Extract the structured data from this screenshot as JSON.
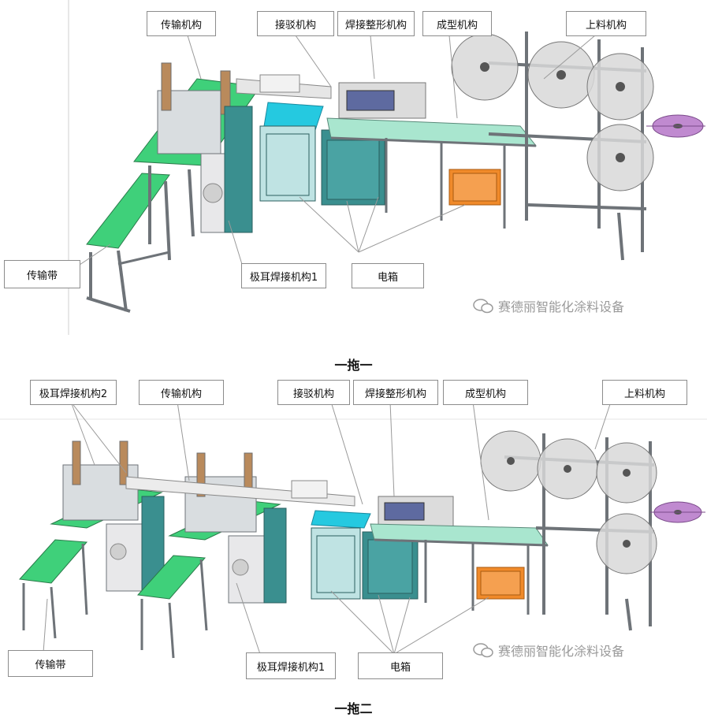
{
  "diagrams": [
    {
      "caption": "一拖一",
      "labels": {
        "conveyor_mech": "传输机构",
        "splice_mech": "接驳机构",
        "weld_shape_mech": "焊接整形机构",
        "forming_mech": "成型机构",
        "feeding_mech": "上料机构",
        "conveyor_belt": "传输带",
        "ear_weld_mech_1": "极耳焊接机构1",
        "electric_box": "电箱"
      },
      "watermark": "赛德丽智能化涂料设备"
    },
    {
      "caption": "一拖二",
      "labels": {
        "ear_weld_mech_2": "极耳焊接机构2",
        "conveyor_mech": "传输机构",
        "splice_mech": "接驳机构",
        "weld_shape_mech": "焊接整形机构",
        "forming_mech": "成型机构",
        "feeding_mech": "上料机构",
        "conveyor_belt": "传输带",
        "ear_weld_mech_1": "极耳焊接机构1",
        "electric_box": "电箱"
      },
      "watermark": "赛德丽智能化涂料设备"
    }
  ],
  "colors": {
    "frame": "#6e7378",
    "green": "#3fd07a",
    "teal_cabinet": "#3a8f8f",
    "cyan": "#25c9e0",
    "orange": "#f08a2a",
    "roll": "#d8d8d8",
    "purple": "#c08ad0",
    "leader": "#9a9a9a"
  }
}
